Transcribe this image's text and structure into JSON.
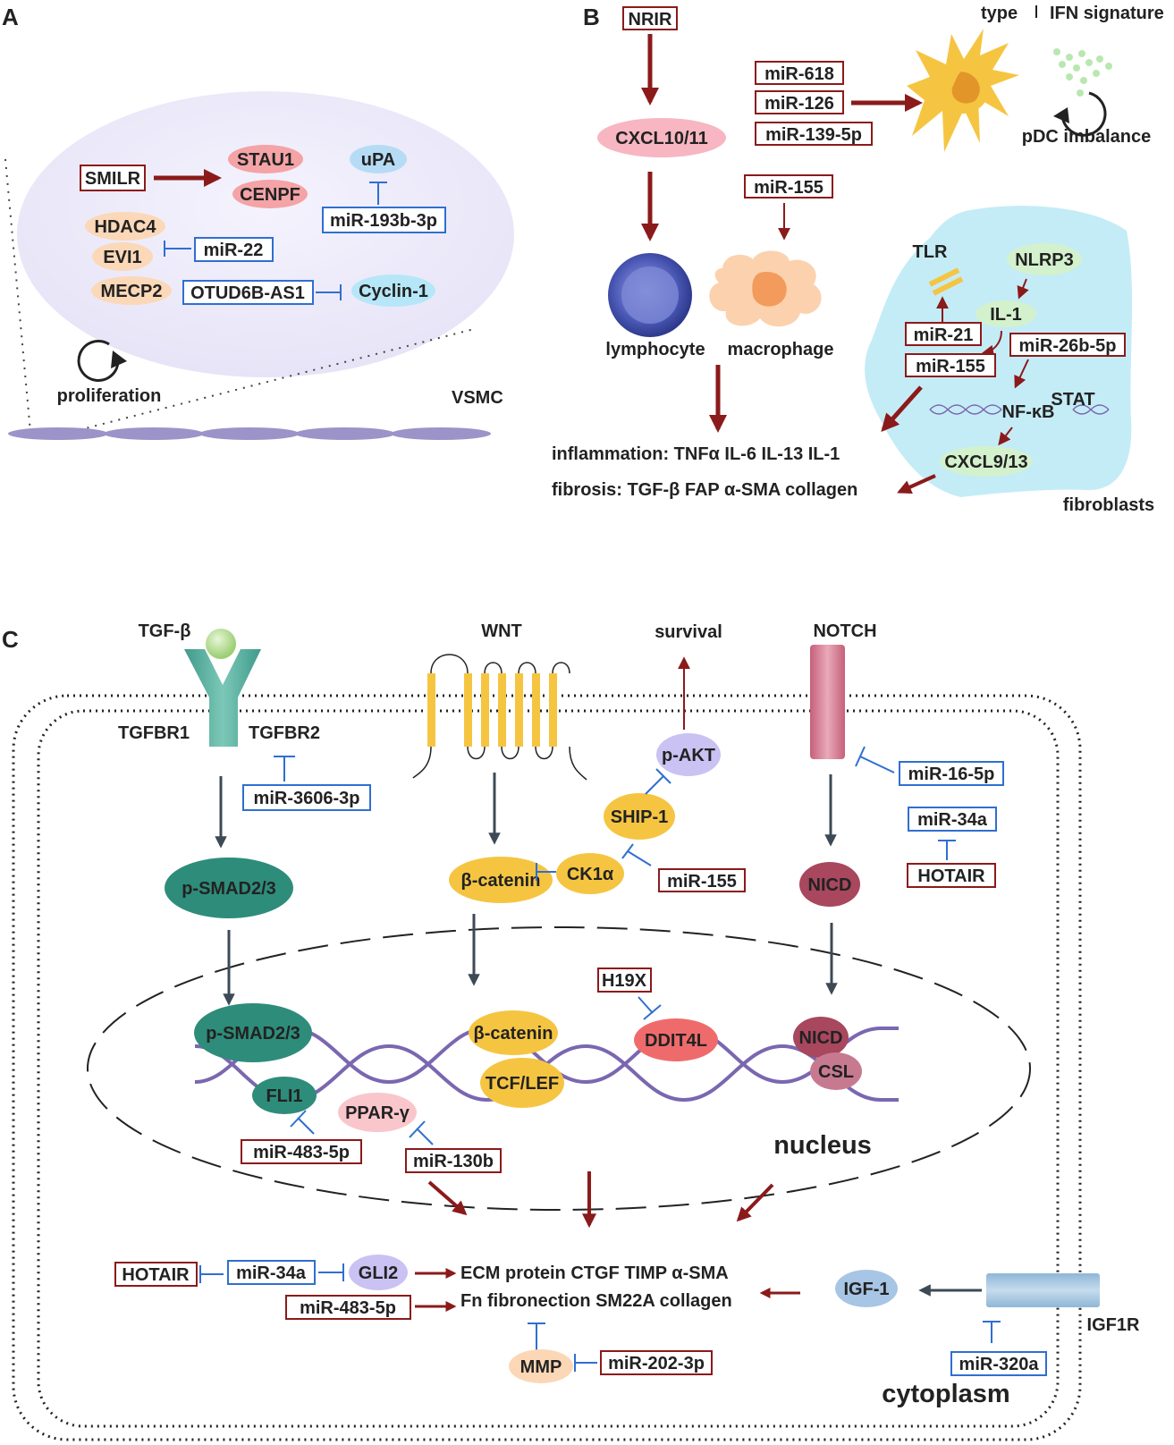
{
  "panels": {
    "a": "A",
    "b": "B",
    "c": "C"
  },
  "panel_a": {
    "smilr": "SMILR",
    "stau1": "STAU1",
    "cenpf": "CENPF",
    "upa": "uPA",
    "mir193b": "miR-193b-3p",
    "hdac4": "HDAC4",
    "evi1": "EVI1",
    "mir22": "miR-22",
    "mecp2": "MECP2",
    "otud6b": "OTUD6B-AS1",
    "cyclin1": "Cyclin-1",
    "proliferation": "proliferation",
    "vsmc": "VSMC"
  },
  "panel_b": {
    "nrir": "NRIR",
    "cxcl10": "CXCL10/11",
    "ifn_type": "type",
    "ifn_sig": "IFN signature",
    "mir618": "miR-618",
    "mir126": "miR-126",
    "mir139": "miR-139-5p",
    "pdc": "pDC imbalance",
    "mir155_mac": "miR-155",
    "lymphocyte": "lymphocyte",
    "macrophage": "macrophage",
    "tlr": "TLR",
    "nlrp3": "NLRP3",
    "il1": "IL-1",
    "mir21": "miR-21",
    "mir155_fib": "miR-155",
    "mir26b": "miR-26b-5p",
    "nfkb": "NF-κB",
    "stat": "STAT",
    "cxcl9": "CXCL9/13",
    "inflammation": "inflammation: TNFα  IL-6  IL-13  IL-1",
    "fibrosis": "fibrosis: TGF-β FAP α-SMA  collagen",
    "fibroblasts": "fibroblasts"
  },
  "panel_c": {
    "tgfb": "TGF-β",
    "tgfbr1": "TGFBR1",
    "tgfbr2": "TGFBR2",
    "mir3606": "miR-3606-3p",
    "psmad_cyto": "p-SMAD2/3",
    "wnt": "WNT",
    "survival": "survival",
    "notch": "NOTCH",
    "pakt": "p-AKT",
    "ship1": "SHIP-1",
    "ck1a": "CK1α",
    "bcat_cyto": "β-catenin",
    "mir155": "miR-155",
    "mir16": "miR-16-5p",
    "mir34a_top": "miR-34a",
    "hotair_top": "HOTAIR",
    "nicd_cyto": "NICD",
    "h19x": "H19X",
    "ddit4l": "DDIT4L",
    "psmad_nuc": "p-SMAD2/3",
    "bcat_nuc": "β-catenin",
    "tcflef": "TCF/LEF",
    "nicd_nuc": "NICD",
    "csl": "CSL",
    "fli1": "FLI1",
    "ppar": "PPAR-γ",
    "mir483_top": "miR-483-5p",
    "mir130b": "miR-130b",
    "nucleus": "nucleus",
    "hotair_bot": "HOTAIR",
    "mir34a_bot": "miR-34a",
    "gli2": "GLI2",
    "ecm": "ECM protein  CTGF  TIMP  α-SMA",
    "mir483_bot": "miR-483-5p",
    "fn": "Fn  fibronection  SM22A  collagen",
    "mmp": "MMP",
    "mir202": "miR-202-3p",
    "igf1": "IGF-1",
    "igf1r": "IGF1R",
    "mir320a": "miR-320a",
    "cytoplasm": "cytoplasm"
  },
  "colors": {
    "activation_arrow": "#8b1a1a",
    "inhibition": "#2f6fd0",
    "pathway_arrow": "#3d4a55",
    "red_box": "#8b1a1a",
    "blue_box": "#2f6fd0",
    "smad": "#2e8c7a",
    "catenin": "#f4c23c",
    "nicd": "#a8475e",
    "dna": "#7a67b0"
  }
}
